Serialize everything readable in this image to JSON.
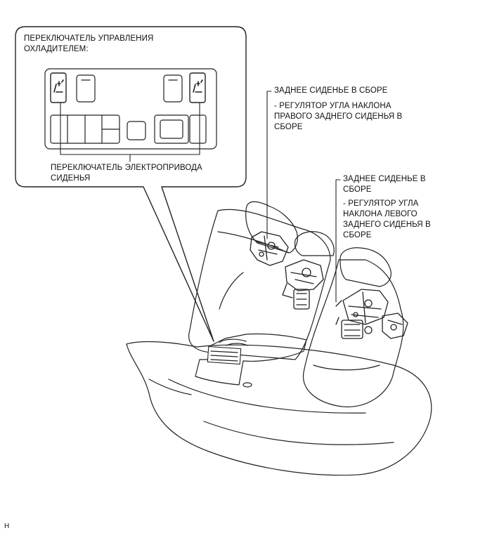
{
  "callout": {
    "title_line1": "ПЕРЕКЛЮЧАТЕЛЬ УПРАВЛЕНИЯ",
    "title_line2": "ОХЛАДИТЕЛЕМ:",
    "bottom_line1": "ПЕРЕКЛЮЧАТЕЛЬ ЭЛЕКТРОПРИВОДА",
    "bottom_line2": "СИДЕНЬЯ"
  },
  "right_seat_label": {
    "line1": "ЗАДНЕЕ СИДЕНЬЕ В СБОРЕ",
    "line2": "- РЕГУЛЯТОР УГЛА НАКЛОНА",
    "line3": "ПРАВОГО ЗАДНЕГО СИДЕНЬЯ В",
    "line4": "СБОРЕ"
  },
  "left_seat_label": {
    "line1": "ЗАДНЕЕ СИДЕНЬЕ В",
    "line2": "СБОРЕ",
    "line3": "- РЕГУЛЯТОР УГЛА",
    "line4": "НАКЛОНА ЛЕВОГО",
    "line5": "ЗАДНЕГО СИДЕНЬЯ В",
    "line6": "СБОРЕ"
  },
  "corner_tag": "H"
}
